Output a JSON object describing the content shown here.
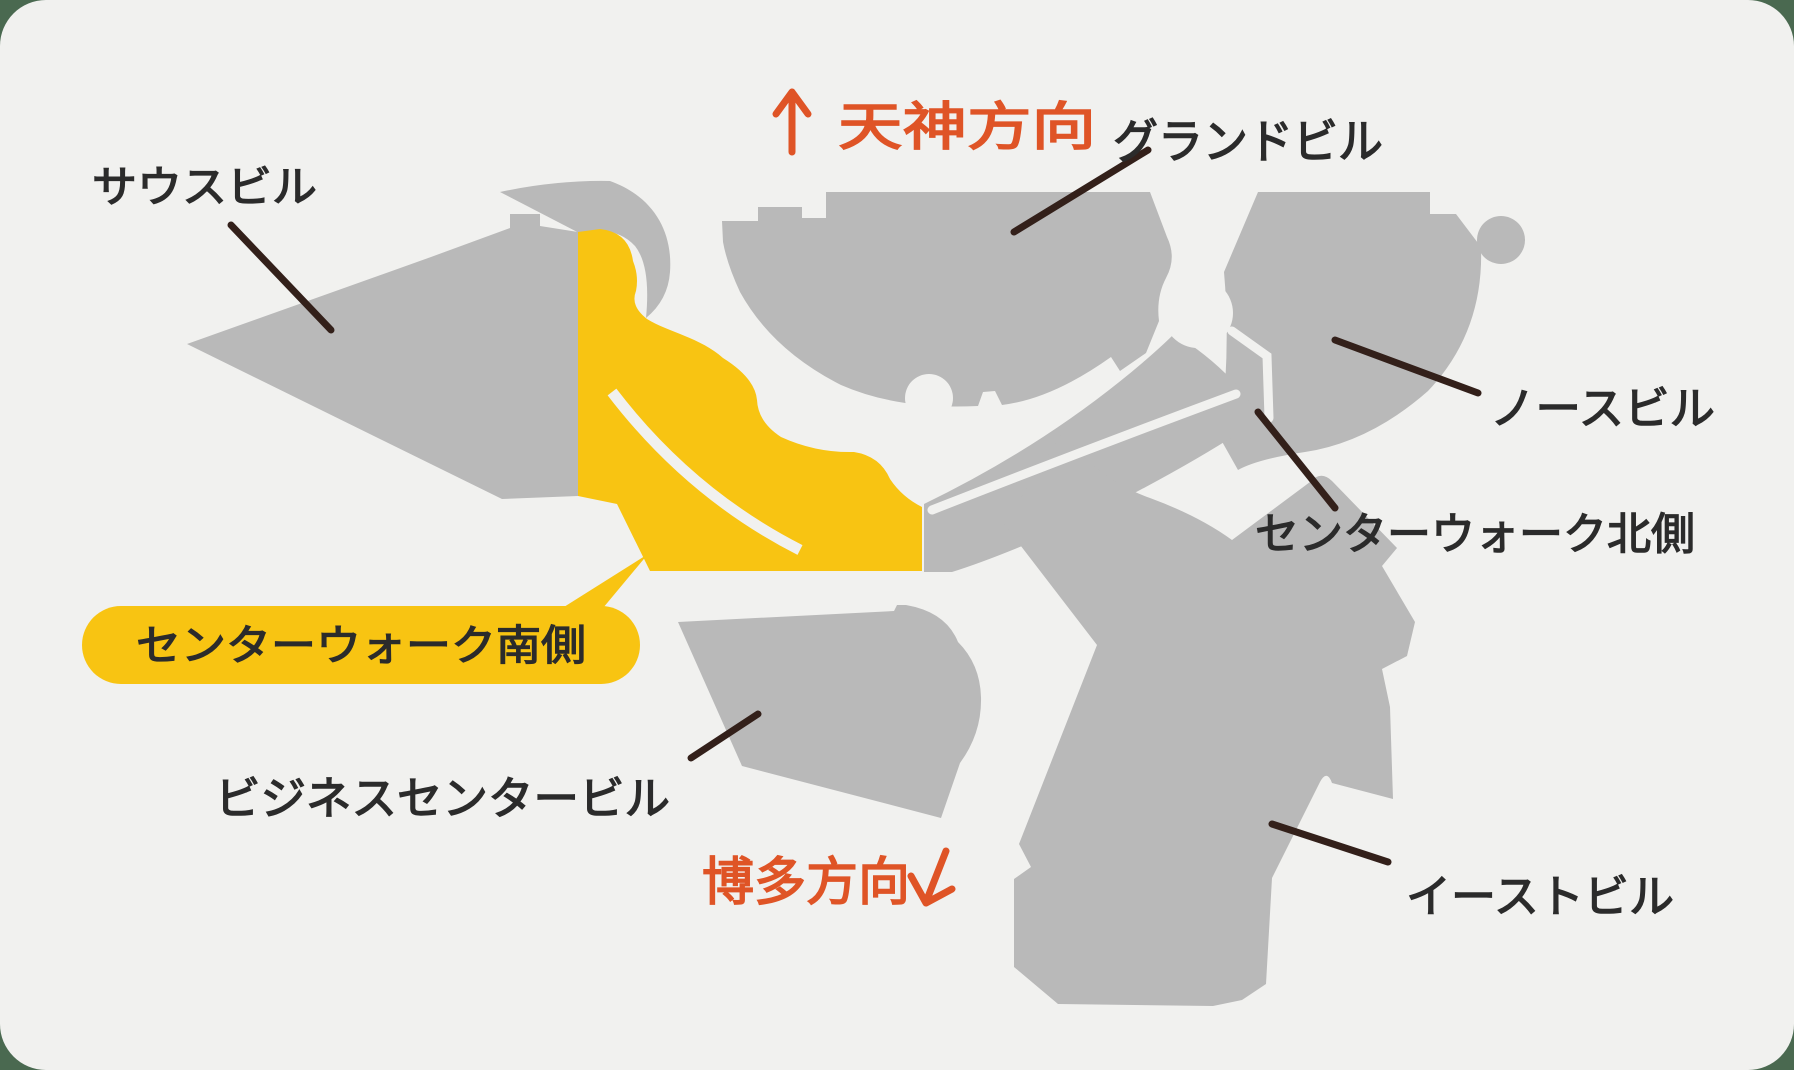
{
  "page": {
    "background_color": "#4a6950",
    "card_color": "#f1f1ef"
  },
  "colors": {
    "building_gray": "#b9b9b9",
    "highlight_yellow": "#f8c412",
    "direction_orange": "#df5426",
    "label_dark": "#2b2b2b",
    "leader_line": "#33201a"
  },
  "directions": {
    "tenjin": {
      "text": "天神方向",
      "arrow": "up"
    },
    "hakata": {
      "text": "博多方向",
      "arrow": "down"
    }
  },
  "buildings": {
    "south": {
      "label": "サウスビル"
    },
    "grand": {
      "label": "グランドビル"
    },
    "north": {
      "label": "ノースビル"
    },
    "center_walk_north": {
      "label": "センターウォーク北側"
    },
    "center_walk_south": {
      "label": "センターウォーク南側",
      "highlighted": true
    },
    "business_center": {
      "label": "ビジネスセンタービル"
    },
    "east": {
      "label": "イーストビル"
    }
  }
}
